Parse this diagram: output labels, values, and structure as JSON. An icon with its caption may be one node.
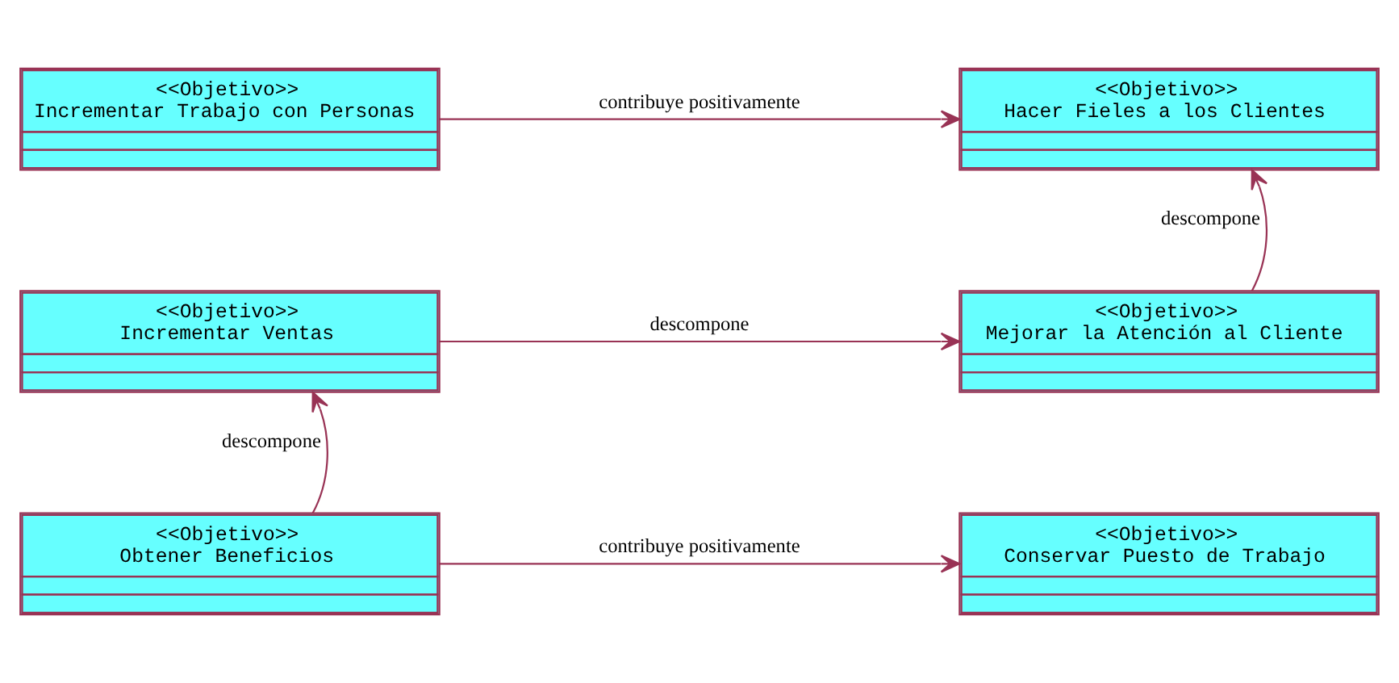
{
  "diagram": {
    "nodes": [
      {
        "text": [
          "<<Objetivo>>",
          "Incrementar Trabajo con Personas"
        ]
      },
      {
        "text": [
          "<<Objetivo>>",
          "Hacer Fieles a los Clientes"
        ]
      },
      {
        "text": [
          "<<Objetivo>>",
          "Incrementar Ventas"
        ]
      },
      {
        "text": [
          "<<Objetivo>>",
          "Mejorar la Atención al Cliente"
        ]
      },
      {
        "text": [
          "<<Objetivo>>",
          "Obtener Beneficios"
        ]
      },
      {
        "text": [
          "<<Objetivo>>",
          "Conservar Puesto de Trabajo"
        ]
      }
    ],
    "edges": [
      {
        "from": 0,
        "to": 1,
        "arrow": "to",
        "label": "contribuye positivamente"
      },
      {
        "from": 3,
        "to": 1,
        "arrow": "to",
        "label": "descompone"
      },
      {
        "from": 2,
        "to": 3,
        "arrow": "to",
        "label": "descompone"
      },
      {
        "from": 4,
        "to": 2,
        "arrow": "to",
        "label": "descompone"
      },
      {
        "from": 4,
        "to": 5,
        "arrow": "to",
        "label": "contribuye positivamente"
      }
    ]
  }
}
